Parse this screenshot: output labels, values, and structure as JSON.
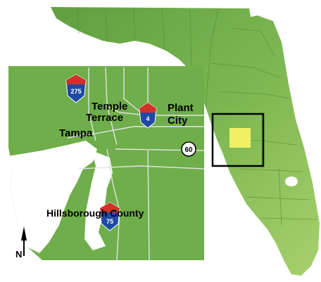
{
  "map": {
    "labels": {
      "temple": "Temple",
      "terrace": "Terrace",
      "tampa": "Tampa",
      "plant": "Plant",
      "city": "City",
      "county": "Hillsborough County",
      "north": "N"
    },
    "shields": {
      "i275": "275",
      "i4": "4",
      "i75": "75",
      "sr60": "60"
    },
    "colors": {
      "land": "#6fae4a",
      "land_light": "#9cc868",
      "water": "#ffffff",
      "county_line": "#4f8a3a",
      "road": "#e3e3e3",
      "highlight": "#f1ef63",
      "locator_box": "#000000",
      "interstate_top": "#d0322a",
      "interstate_bottom": "#1f4aa3"
    }
  }
}
